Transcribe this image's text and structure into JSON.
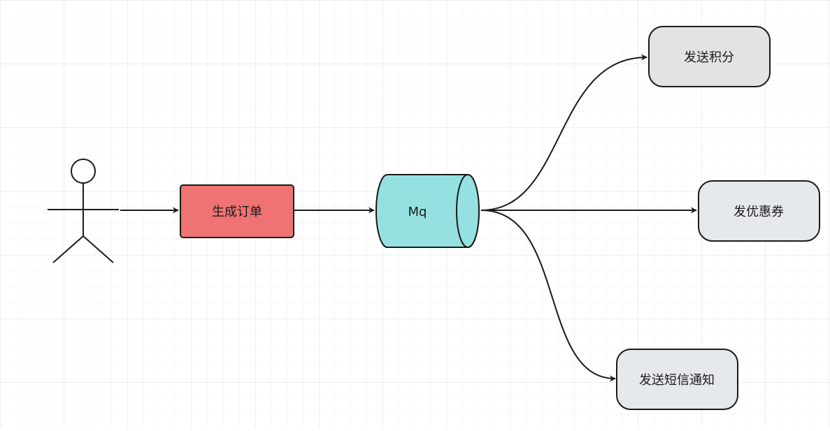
{
  "diagram": {
    "grid": true,
    "actor": {
      "icon": "stick-figure-icon"
    },
    "nodes": {
      "create_order": {
        "label": "生成订单",
        "fill": "#ef7372"
      },
      "mq": {
        "label": "Mq",
        "fill": "#95e1e2"
      },
      "send_points": {
        "label": "发送积分",
        "fill": "#e3e3e3"
      },
      "send_coupon": {
        "label": "发优惠券",
        "fill": "#e5e9ec"
      },
      "send_sms": {
        "label": "发送短信通知",
        "fill": "#e5e9ec"
      }
    },
    "stroke_color": "#1a1a1a"
  }
}
